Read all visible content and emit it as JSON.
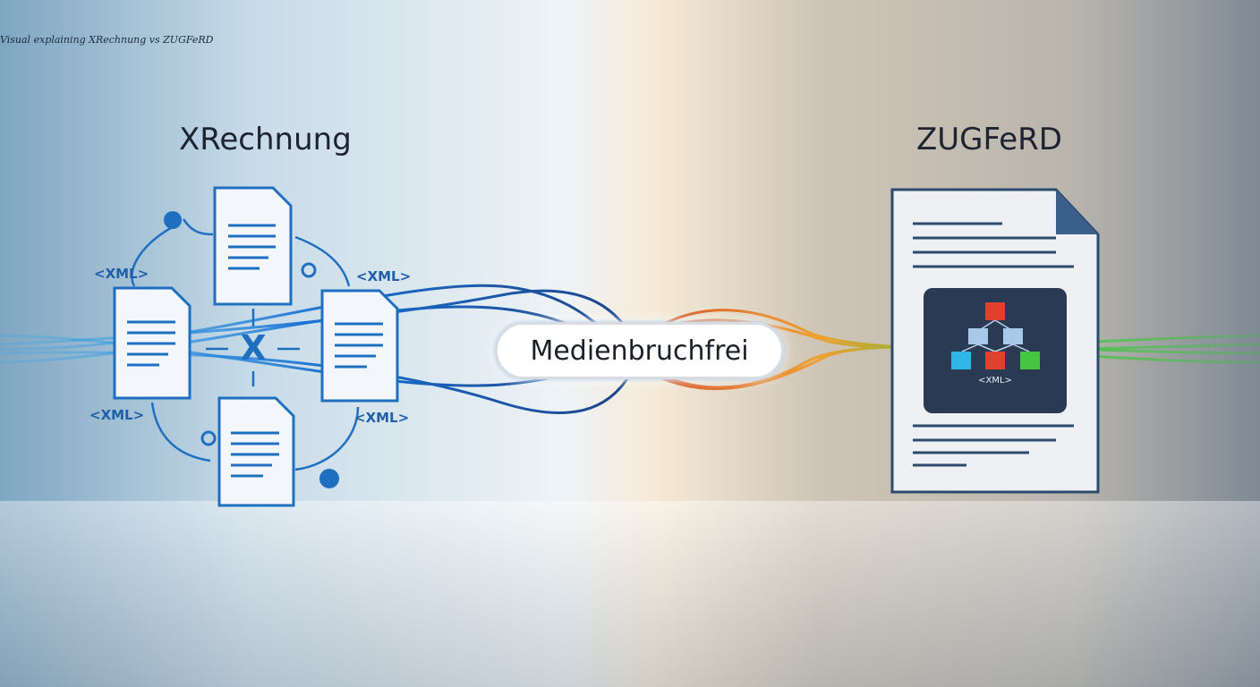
{
  "caption": "Visual explaining XRechnung vs ZUGFeRD",
  "left": {
    "title": "XRechnung",
    "xml_labels": [
      "<XML>",
      "<XML>",
      "<XML>",
      "<XML>"
    ],
    "center_symbol": "X"
  },
  "right": {
    "title": "ZUGFeRD",
    "xml_label": "<XML>"
  },
  "center": {
    "label": "Medienbruchfrei"
  },
  "colors": {
    "blue": "#1f6fc0",
    "green": "#3cc43c",
    "red": "#e0412f",
    "orange": "#f0a030"
  }
}
